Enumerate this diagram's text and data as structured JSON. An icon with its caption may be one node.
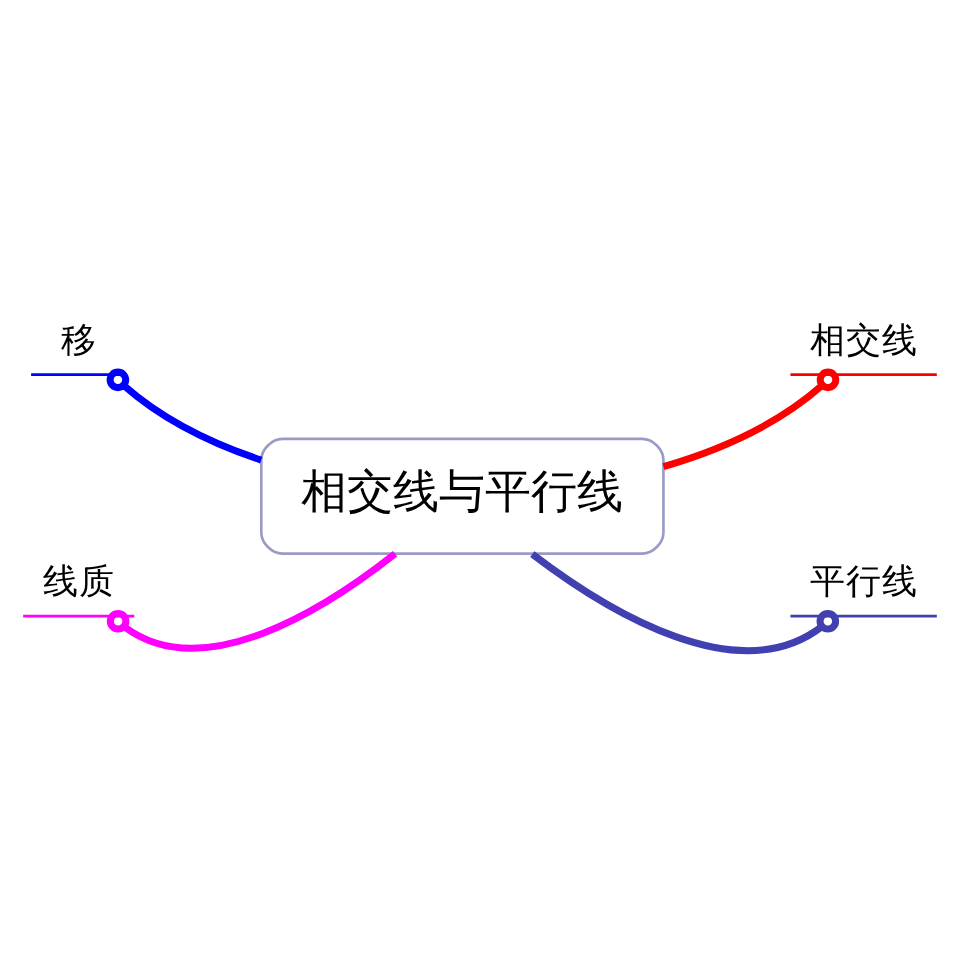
{
  "diagram": {
    "nodes": [
      {
        "text": [
          "相交线与平行线"
        ]
      },
      {
        "text": [
          "移"
        ]
      },
      {
        "text": [
          "相交线"
        ]
      },
      {
        "text": [
          "线质"
        ]
      },
      {
        "text": [
          "平行线"
        ]
      }
    ],
    "edges": [
      {
        "from": 0,
        "to": 1,
        "arrow": "other",
        "color": "#0000ff"
      },
      {
        "from": 0,
        "to": 2,
        "arrow": "other",
        "color": "#ff0000"
      },
      {
        "from": 0,
        "to": 3,
        "arrow": "other",
        "color": "#ff00ff"
      },
      {
        "from": 0,
        "to": 4,
        "arrow": "other",
        "color": "#4040b0"
      }
    ]
  }
}
